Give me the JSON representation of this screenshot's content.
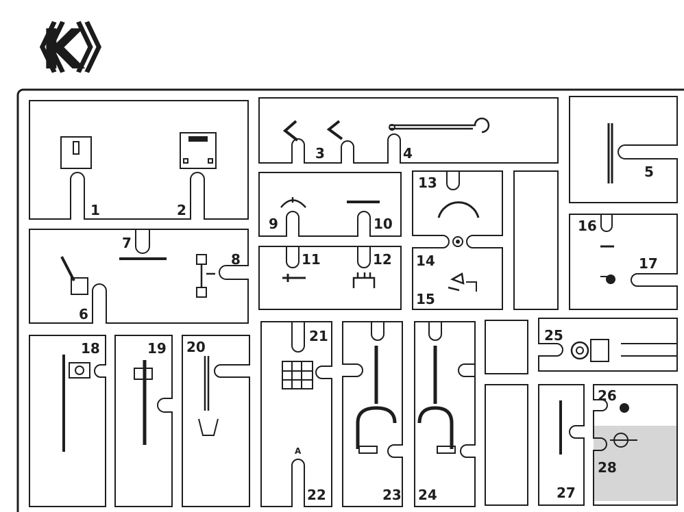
{
  "sprue": {
    "letter": "K",
    "open_bracket": "《",
    "close_bracket": "》"
  },
  "parts": [
    {
      "id": "p1",
      "number": "1"
    },
    {
      "id": "p2",
      "number": "2"
    },
    {
      "id": "p3",
      "number": "3"
    },
    {
      "id": "p4",
      "number": "4"
    },
    {
      "id": "p5",
      "number": "5"
    },
    {
      "id": "p6",
      "number": "6"
    },
    {
      "id": "p7",
      "number": "7"
    },
    {
      "id": "p8",
      "number": "8"
    },
    {
      "id": "p9",
      "number": "9"
    },
    {
      "id": "p10",
      "number": "10"
    },
    {
      "id": "p11",
      "number": "11"
    },
    {
      "id": "p12",
      "number": "12"
    },
    {
      "id": "p13",
      "number": "13"
    },
    {
      "id": "p14",
      "number": "14"
    },
    {
      "id": "p15",
      "number": "15"
    },
    {
      "id": "p16",
      "number": "16"
    },
    {
      "id": "p17",
      "number": "17"
    },
    {
      "id": "p18",
      "number": "18"
    },
    {
      "id": "p19",
      "number": "19"
    },
    {
      "id": "p20",
      "number": "20"
    },
    {
      "id": "p21",
      "number": "21"
    },
    {
      "id": "p22",
      "number": "22"
    },
    {
      "id": "p23",
      "number": "23"
    },
    {
      "id": "p24",
      "number": "24"
    },
    {
      "id": "p25",
      "number": "25"
    },
    {
      "id": "p26",
      "number": "26"
    },
    {
      "id": "p27",
      "number": "27"
    },
    {
      "id": "p28",
      "number": "28"
    }
  ],
  "marks": {
    "gate_letter": "A"
  },
  "colors": {
    "line": "#1e1e1e",
    "paper": "#ffffff",
    "shade": "#d6d6d6"
  }
}
